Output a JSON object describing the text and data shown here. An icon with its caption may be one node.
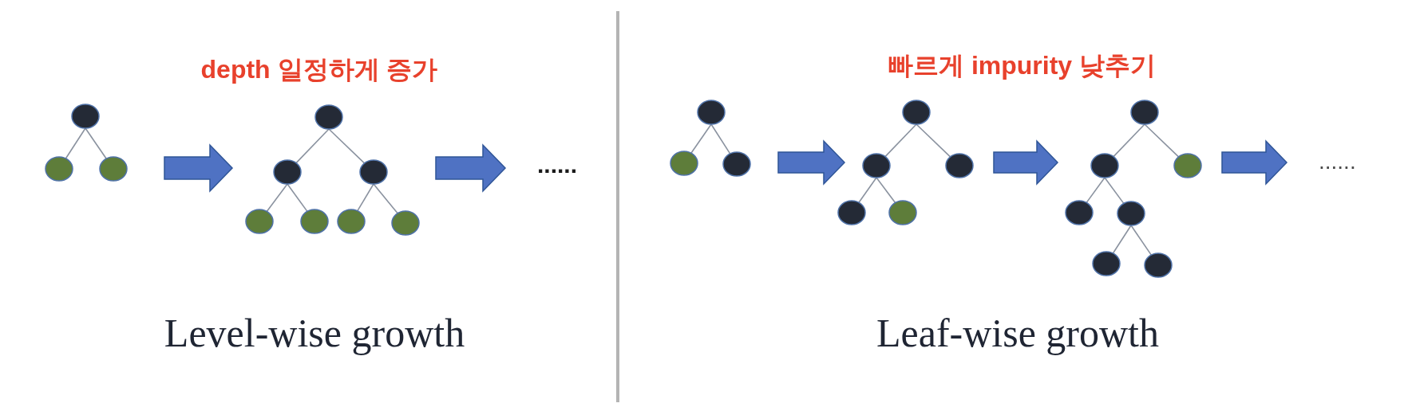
{
  "diagram": {
    "nodes": [
      {
        "text": [],
        "shape": "picture"
      },
      {
        "text": [],
        "shape": "circle",
        "in": 0
      },
      {
        "text": [],
        "shape": "circle",
        "in": 0
      },
      {
        "text": [],
        "shape": "circle",
        "in": 0
      },
      {
        "text": [],
        "shape": "picture"
      },
      {
        "text": [],
        "shape": "circle",
        "in": 4
      },
      {
        "text": [],
        "shape": "circle",
        "in": 4
      },
      {
        "text": [],
        "shape": "circle",
        "in": 4
      },
      {
        "text": [],
        "shape": "circle",
        "in": 4
      },
      {
        "text": [],
        "shape": "circle",
        "in": 4
      },
      {
        "text": [],
        "shape": "circle",
        "in": 4
      },
      {
        "text": [],
        "shape": "circle",
        "in": 4
      },
      {
        "text": [
          "......"
        ]
      },
      {
        "text": [],
        "shape": "picture"
      },
      {
        "text": [],
        "shape": "circle",
        "in": 13
      },
      {
        "text": [],
        "shape": "circle",
        "in": 13
      },
      {
        "text": [],
        "shape": "circle",
        "in": 13
      },
      {
        "text": [],
        "shape": "picture"
      },
      {
        "text": [],
        "shape": "circle",
        "in": 17
      },
      {
        "text": [],
        "shape": "circle",
        "in": 17
      },
      {
        "text": [],
        "shape": "circle",
        "in": 17
      },
      {
        "text": [],
        "shape": "circle",
        "in": 17
      },
      {
        "text": [],
        "shape": "circle",
        "in": 17
      },
      {
        "text": [],
        "shape": "picture"
      },
      {
        "text": [],
        "shape": "circle",
        "in": 23
      },
      {
        "text": [],
        "shape": "circle",
        "in": 23
      },
      {
        "text": [],
        "shape": "circle",
        "in": 23
      },
      {
        "text": [],
        "shape": "circle",
        "in": 23
      },
      {
        "text": [],
        "shape": "circle",
        "in": 23
      },
      {
        "text": [],
        "shape": "circle",
        "in": 23
      },
      {
        "text": [],
        "shape": "circle",
        "in": 23
      },
      {
        "text": [
          "......"
        ]
      }
    ],
    "edges": [
      {
        "from": 1,
        "to": 2,
        "arrow": "none"
      },
      {
        "from": 1,
        "to": 3,
        "arrow": "none"
      },
      {
        "from": 5,
        "to": 6,
        "arrow": "none"
      },
      {
        "from": 5,
        "to": 7,
        "arrow": "none"
      },
      {
        "from": 6,
        "to": 8,
        "arrow": "none"
      },
      {
        "from": 6,
        "to": 9,
        "arrow": "none"
      },
      {
        "from": 7,
        "to": 10,
        "arrow": "none"
      },
      {
        "from": 7,
        "to": 11,
        "arrow": "none"
      },
      {
        "from": 0,
        "to": 4,
        "arrow": "to",
        "style": "thick",
        "color": "#4f72c3"
      },
      {
        "from": 4,
        "to": 12,
        "arrow": "to",
        "style": "thick",
        "color": "#4f72c3"
      },
      {
        "from": 14,
        "to": 15,
        "arrow": "none"
      },
      {
        "from": 14,
        "to": 16,
        "arrow": "none"
      },
      {
        "from": 18,
        "to": 19,
        "arrow": "none"
      },
      {
        "from": 18,
        "to": 20,
        "arrow": "none"
      },
      {
        "from": 19,
        "to": 21,
        "arrow": "none"
      },
      {
        "from": 19,
        "to": 22,
        "arrow": "none"
      },
      {
        "from": 24,
        "to": 25,
        "arrow": "none"
      },
      {
        "from": 24,
        "to": 26,
        "arrow": "none"
      },
      {
        "from": 25,
        "to": 27,
        "arrow": "none"
      },
      {
        "from": 25,
        "to": 28,
        "arrow": "none"
      },
      {
        "from": 28,
        "to": 29,
        "arrow": "none"
      },
      {
        "from": 28,
        "to": 30,
        "arrow": "none"
      },
      {
        "from": 13,
        "to": 17,
        "arrow": "to",
        "style": "thick",
        "color": "#4f72c3"
      },
      {
        "from": 17,
        "to": 23,
        "arrow": "to",
        "style": "thick",
        "color": "#4f72c3"
      },
      {
        "from": 23,
        "to": 31,
        "arrow": "to",
        "style": "thick",
        "color": "#4f72c3"
      }
    ],
    "labels": [
      "depth 일정하게 증가",
      "빠르게 impurity 낮추기",
      "Level-wise growth",
      "Leaf-wise growth"
    ]
  }
}
